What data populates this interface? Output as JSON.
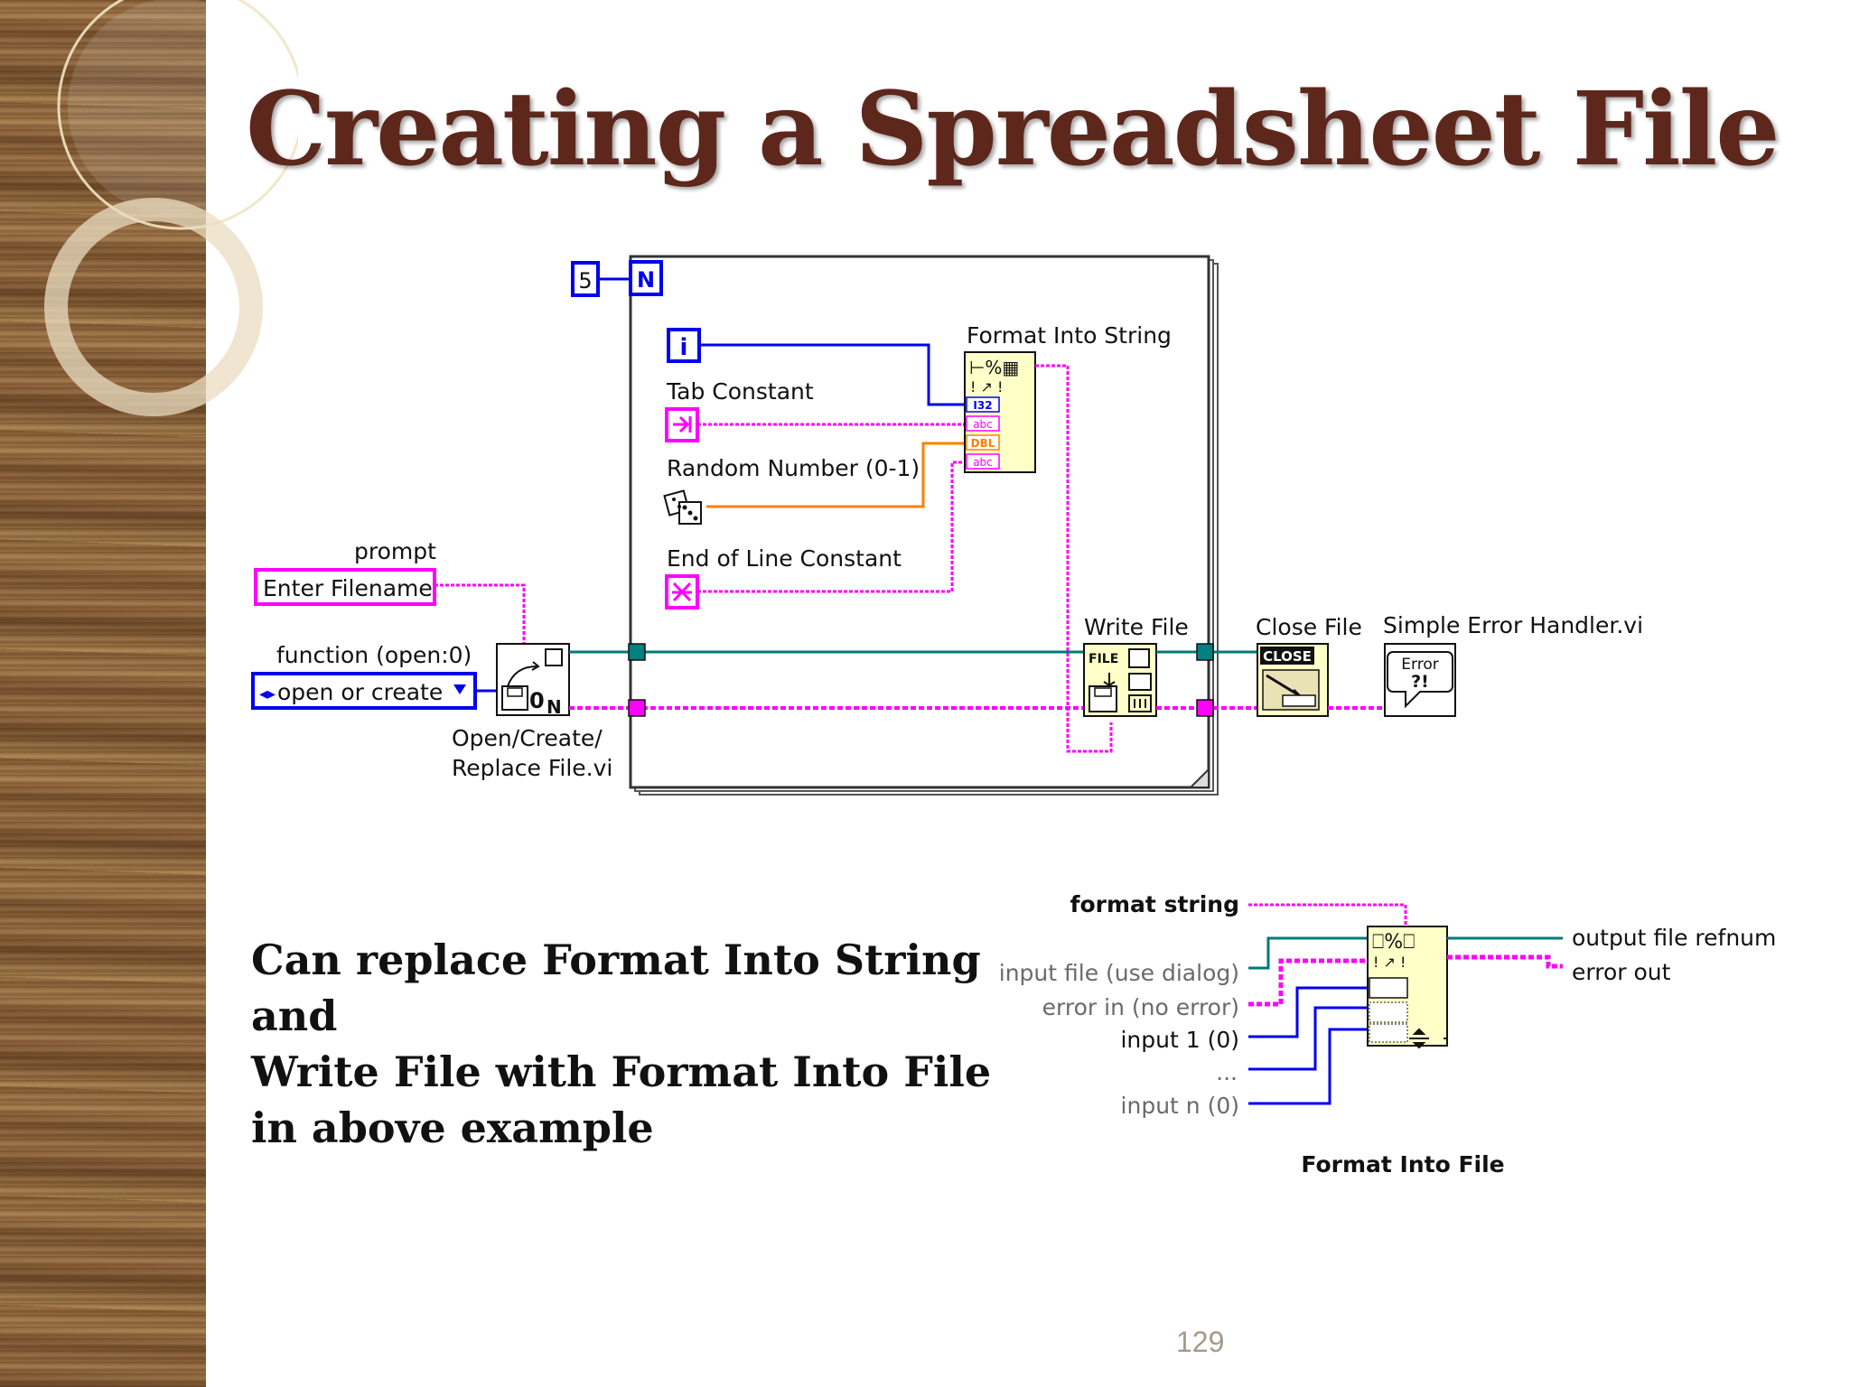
{
  "slide": {
    "title": "Creating a Spreadsheet File",
    "page_number": "129",
    "note_lines": [
      "Can replace Format Into String",
      "and",
      "Write File with Format Into File",
      "in above example"
    ]
  },
  "block_diagram": {
    "loop_count": "5",
    "loop_terminal": "N",
    "iteration_terminal": "i",
    "labels": {
      "format_into_string": "Format Into String",
      "tab_constant": "Tab Constant",
      "random_number": "Random Number (0-1)",
      "end_of_line_constant": "End of Line Constant",
      "prompt": "prompt",
      "prompt_value": "Enter Filename",
      "function": "function (open:0)",
      "function_value": "open or create",
      "open_create_replace": [
        "Open/Create/",
        "Replace File.vi"
      ],
      "write_file": "Write File",
      "close_file": "Close File",
      "simple_error_handler": "Simple Error Handler.vi"
    },
    "terminal_types": [
      "I32",
      "abc",
      "DBL",
      "abc"
    ],
    "icon_text": {
      "open_file": "0",
      "open_n": "N",
      "write_file": "FILE",
      "close_file": "CLOSE",
      "error_handler_1": "Error",
      "error_handler_2": "?!"
    }
  },
  "format_into_file_help": {
    "title": "Format Into File",
    "inputs": [
      "format string",
      "input file (use dialog)",
      "error in (no error)",
      "input 1 (0)",
      "...",
      "input n (0)"
    ],
    "outputs": [
      "output file refnum",
      "error out"
    ]
  },
  "colors": {
    "title": "#5d271c",
    "string_wire": "#ff00ff",
    "integer_wire": "#0000ee",
    "double_wire": "#ff8000",
    "refnum_wire": "#007a7a",
    "node_fill": "#ffffc8"
  },
  "icons": [
    "iteration-icon",
    "tab-constant-icon",
    "dice-icon",
    "eol-constant-icon",
    "open-file-icon",
    "write-file-icon",
    "close-file-icon",
    "error-handler-icon",
    "format-into-file-icon"
  ]
}
